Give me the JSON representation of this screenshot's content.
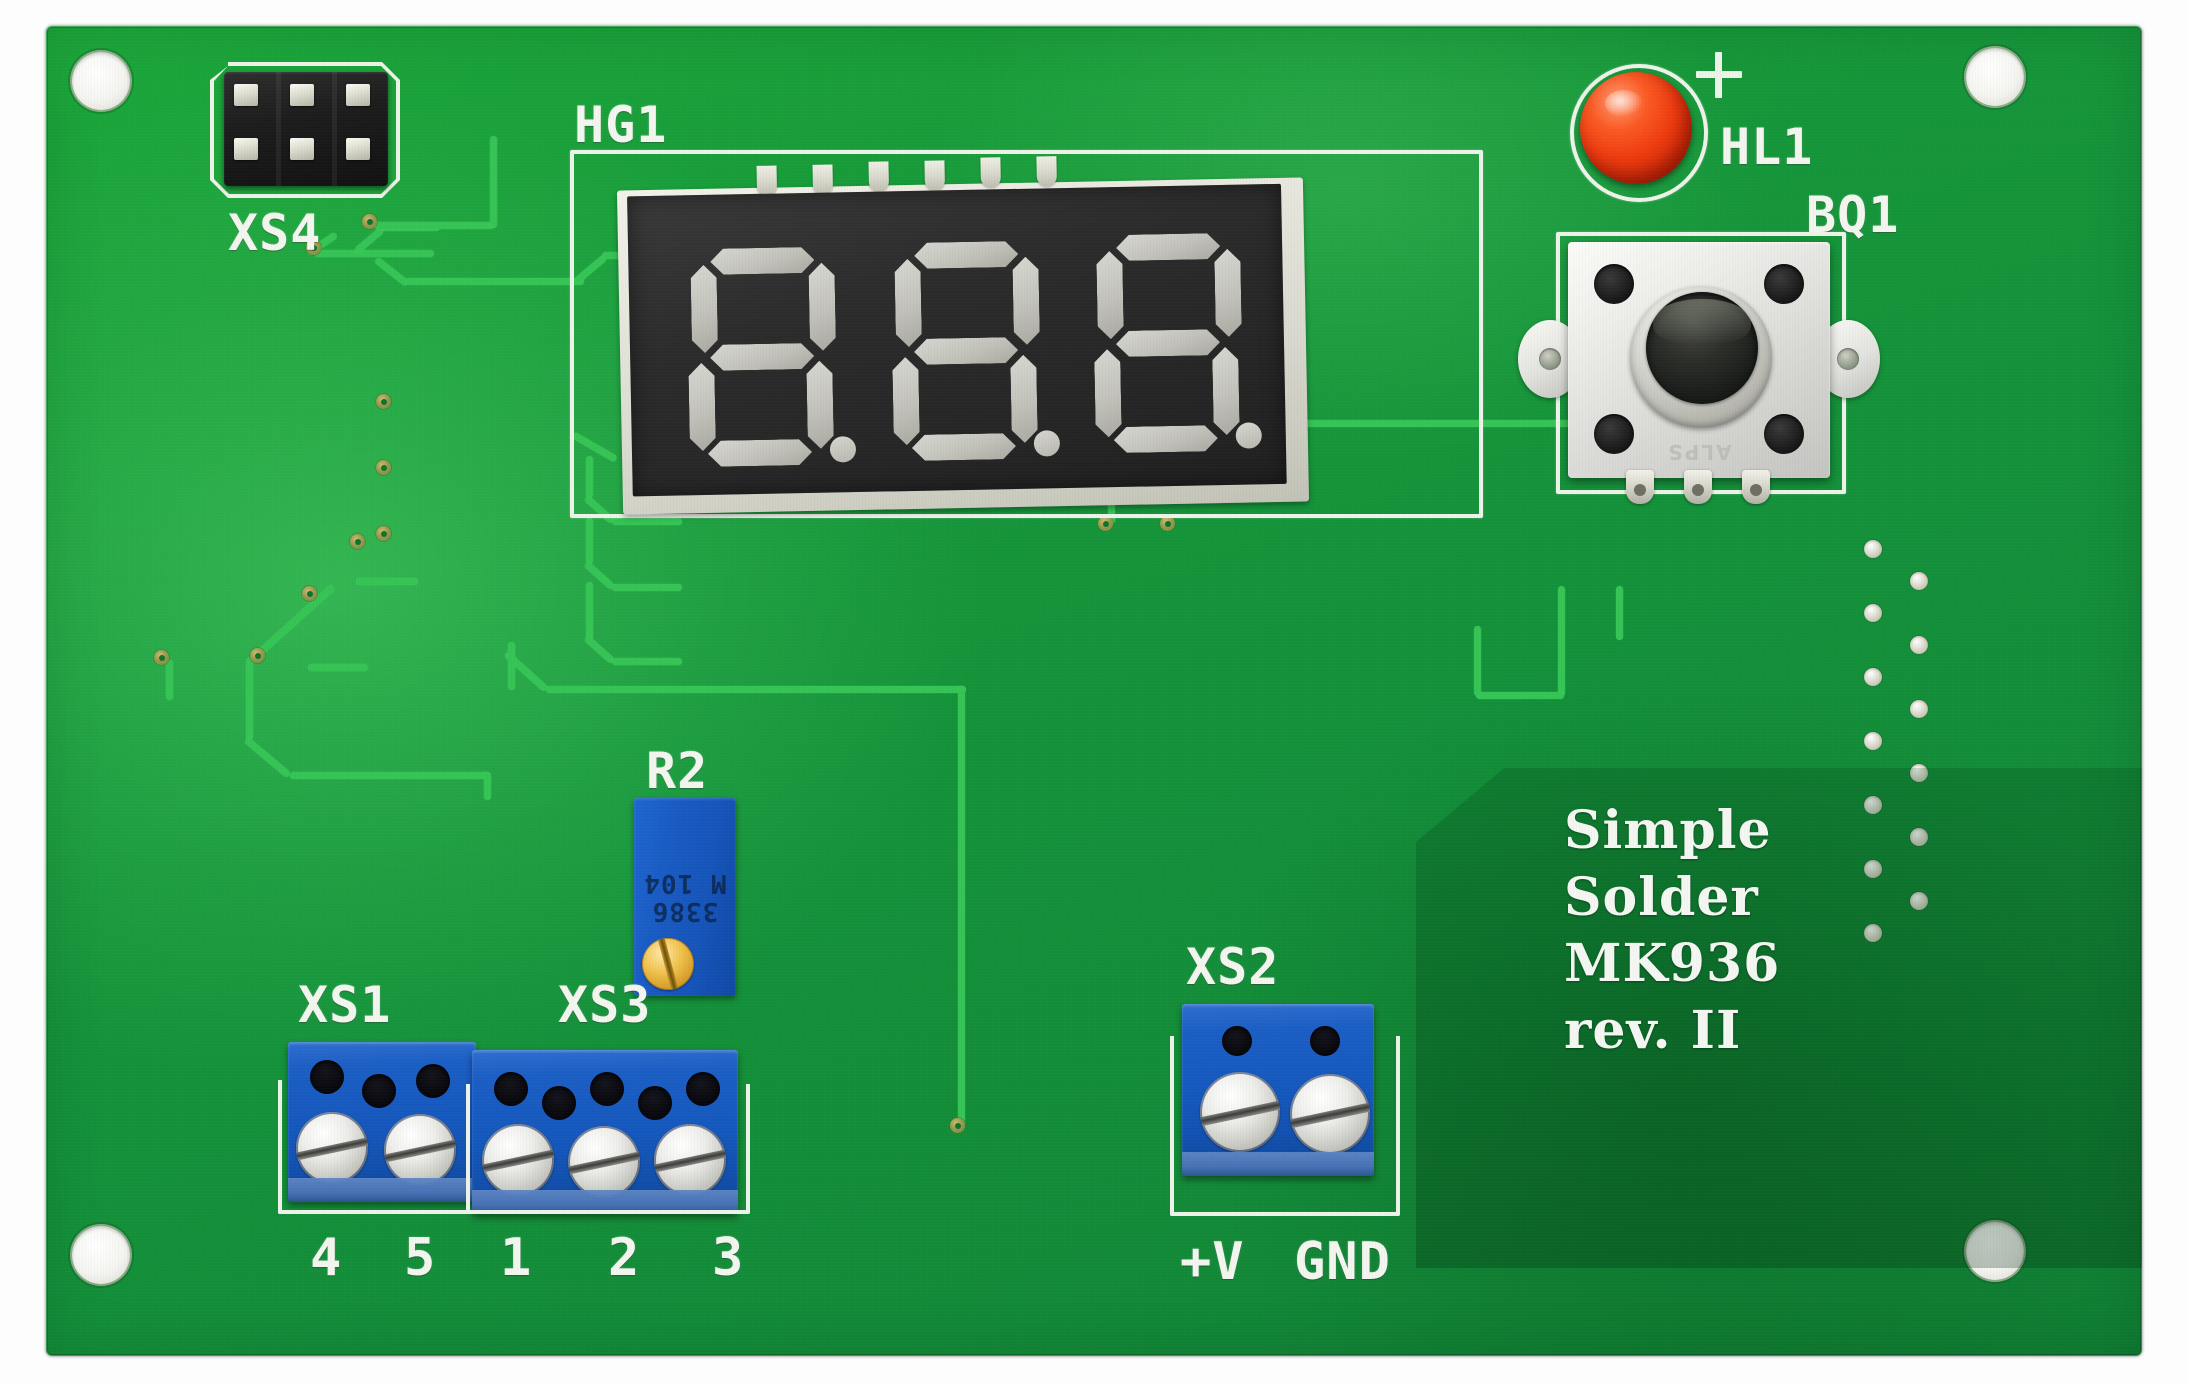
{
  "board": {
    "product_brand_lines": [
      "Simple",
      "Solder",
      "MK936",
      "rev. II"
    ],
    "solder_mask_color": "#17983a",
    "silkscreen_color": "#eef3ea",
    "trace_color": "#35c455",
    "connector_color": "#1558bd"
  },
  "designators": {
    "xs4": "XS4",
    "hg1": "HG1",
    "hl1": "HL1",
    "bq1": "BQ1",
    "r2": "R2",
    "xs1": "XS1",
    "xs3": "XS3",
    "xs2": "XS2"
  },
  "pin_labels": {
    "xs1": [
      "4",
      "5"
    ],
    "xs3": [
      "1",
      "2",
      "3"
    ],
    "xs2": [
      "+V",
      "GND"
    ]
  },
  "markers": {
    "led_polarity": "+"
  },
  "components": {
    "r2_body_marking": "3386\nM 104",
    "bq1_body_marking": "ALPS",
    "display": {
      "digit_count": 3,
      "shown_value": "",
      "decimal_points": 3,
      "state": "unpowered"
    }
  }
}
